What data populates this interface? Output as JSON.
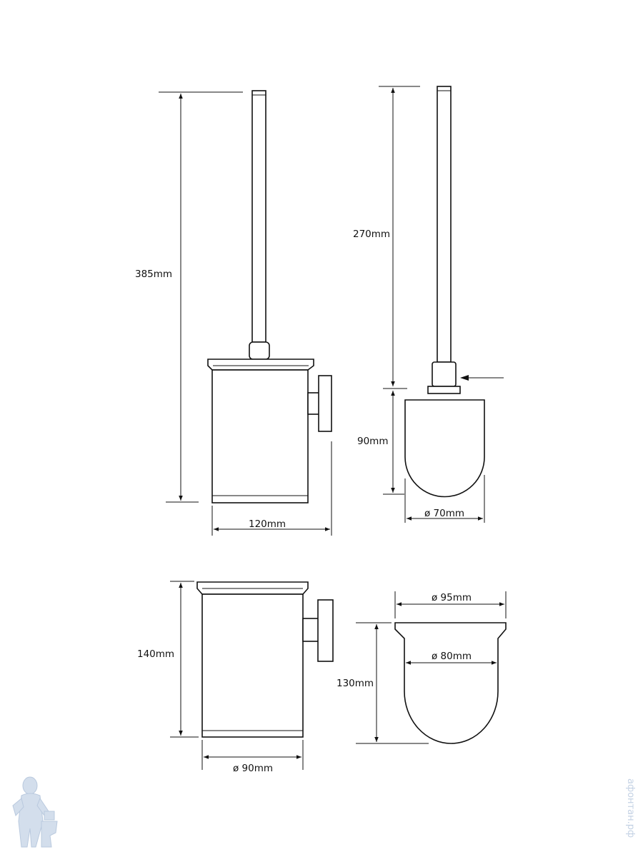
{
  "dimensions": {
    "total_height": "385mm",
    "depth": "120mm",
    "brush_length": "270mm",
    "brush_head_height": "90mm",
    "brush_head_diameter": "ø 70mm",
    "holder_height": "140mm",
    "holder_diameter": "ø 90mm",
    "cup_outer_diameter": "ø 95mm",
    "cup_inner_diameter": "ø 80mm",
    "cup_height": "130mm"
  },
  "watermark": {
    "text": "афонтан.рф",
    "mascot_icon": "plumber-mascot-icon"
  },
  "colors": {
    "line": "#111111",
    "watermark": "#c4d2e4"
  }
}
